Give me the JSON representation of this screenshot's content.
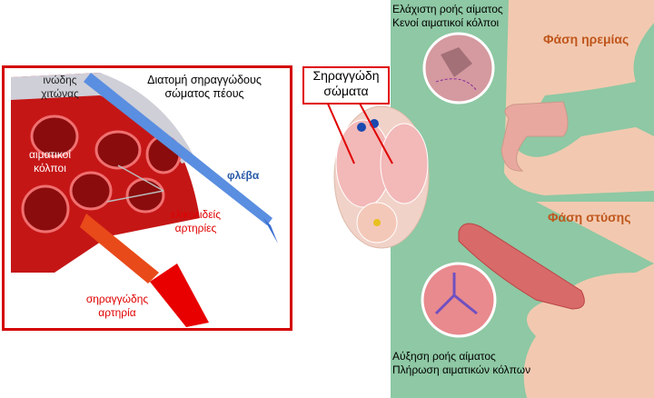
{
  "left_panel": {
    "title": "Διατομή σηραγγώδους σώματος πέους",
    "labels": {
      "tunica": "ινώδης χιτώνας",
      "sinuses": "αιματικοί κόλποι",
      "vein": "φλέβα",
      "helicine_arteries": "ελικοειδείς αρτηρίες",
      "cavernous_artery": "σηραγγώδης αρτηρία"
    }
  },
  "callout": {
    "label": "Σηραγγώδη σώματα"
  },
  "right_panel": {
    "rest_phase": {
      "title": "Φάση ηρεμίας",
      "line1": "Ελάχιστη ροής αίματος",
      "line2": "Κενοί αιματικοί κόλποι"
    },
    "erection_phase": {
      "title": "Φάση στύσης",
      "line1": "Αύξηση ροής αίματος",
      "line2": "Πλήρωση αιματικών κόλπων"
    }
  },
  "colors": {
    "frame_red": "#d40000",
    "background_green": "#8ec8a4",
    "skin": "#f2c9b0",
    "phase_title": "#c0561c",
    "vein_blue": "#4a7fd6"
  }
}
